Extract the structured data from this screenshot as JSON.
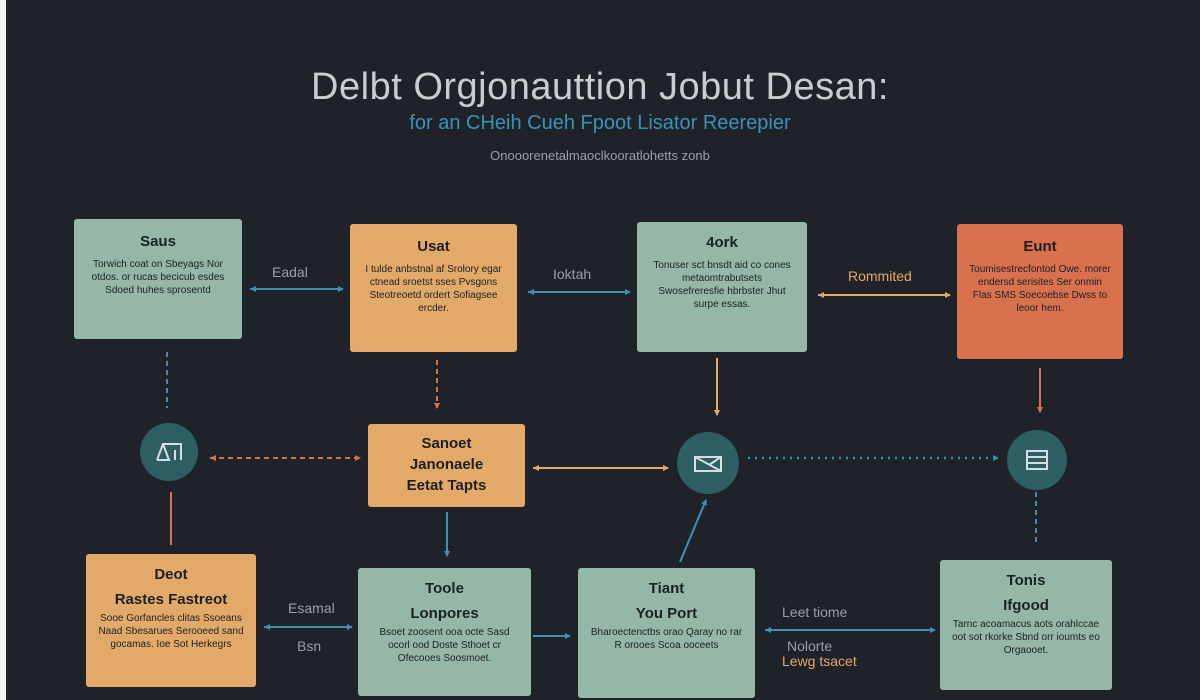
{
  "header": {
    "title": "Delbt Orgjonauttion Jobut Desan:",
    "subtitle": "for an CHeih Cueh Fpoot Lisator Reerepier",
    "caption": "Onooorenetalmaoclkooratlohetts zonb"
  },
  "boxes": [
    {
      "id": "saus",
      "title": "Saus",
      "body": "Torwich coat on Sbeyags Nor otdos. or rucas becicub esdes Sdoed huhes sprosentd"
    },
    {
      "id": "usat",
      "title": "Usat",
      "body": "I tulde anbstnal af Srolory egar ctnead sroetst sses Pvsgons Steotreoetd ordert Sofiagsee ercder."
    },
    {
      "id": "4ork",
      "title": "4ork",
      "body": "Tonuser sct bnsdt aid co cones metaomtrabutsets Swosefreresfie hbrbster Jhut surpe essas."
    },
    {
      "id": "eunt",
      "title": "Eunt",
      "body": "Toumisestrecfontod Owe. morer endersd serisites Ser onmin Flas SMS Soecoebse Dwss to leoor hem."
    },
    {
      "id": "sanoet",
      "title": "Sanoet",
      "line2": "Janonaele",
      "line3": "Eetat Tapts"
    },
    {
      "id": "deot",
      "title": "Deot",
      "line2": "Rastes Fastreot",
      "body": "Sooe Gorfancles clitas Ssoeans Naad Sbesarues Serooeed sand gocamas. Ioe Sot Herkegrs"
    },
    {
      "id": "toole",
      "title": "Toole",
      "line2": "Lonpores",
      "body": "Bsoet zoosent ooa octe Sasd ocorl ood Doste Sthoet cr Ofecooes Soosmoet."
    },
    {
      "id": "tiant",
      "title": "Tiant",
      "line2": "You Port",
      "body": "Bharoectenctbs orao Qaray no rar R orooes Scoa ooceets"
    },
    {
      "id": "tonis",
      "title": "Tonis",
      "line2": "Ifgood",
      "body": "Tarnc acoamacus aots orahlccae oot sot rkorke Sbnd orr ioumts eo Orgaooet."
    }
  ],
  "edges": {
    "e1": "Eadal",
    "e2": "Ioktah",
    "e3": "Rommited",
    "e4": "Esamal",
    "e5": "Bsn",
    "e6": "Leet tiome",
    "e7": "Nolorte",
    "e8": "Lewg tsacet"
  },
  "colors": {
    "background": "#1f2329",
    "green": "#94b7a7",
    "orange": "#e3a968",
    "red": "#d9714e",
    "teal": "#3c92b4",
    "node": "#2c5e63"
  },
  "icons": [
    "tent-icon",
    "cube-icon",
    "list-icon"
  ]
}
